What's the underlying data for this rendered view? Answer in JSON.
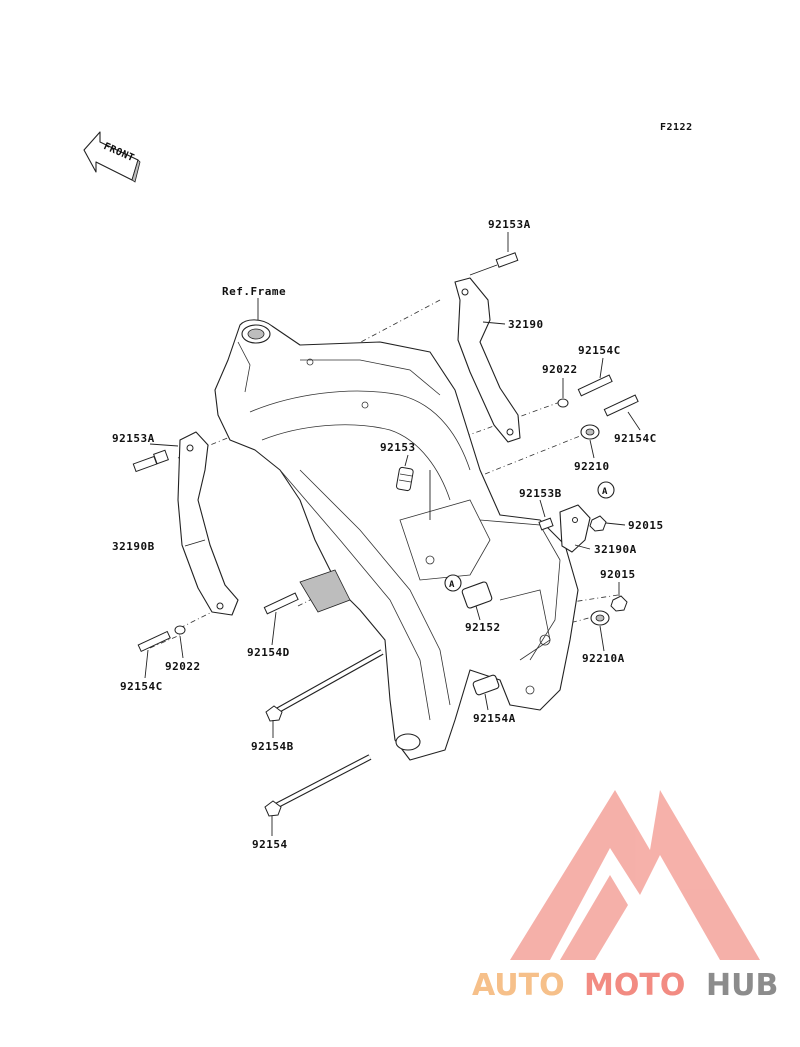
{
  "diagram": {
    "code": "F2122",
    "front_label": "FRONT",
    "ref_label": "Ref.Frame",
    "callouts": {
      "c1": "92153A",
      "c2": "32190",
      "c3": "92154C",
      "c4": "92022",
      "c5": "92154C",
      "c6": "92210",
      "c7": "92153A",
      "c8": "92153",
      "c9": "92153B",
      "c10": "92015",
      "c11": "32190A",
      "c12": "32190B",
      "c13": "92015",
      "c14": "92152",
      "c15": "92210A",
      "c16": "92154D",
      "c17": "92022",
      "c18": "92154C",
      "c19": "92154B",
      "c20": "92154A",
      "c21": "92154"
    },
    "marker": "A"
  },
  "watermark": {
    "part1": "AUTO",
    "part2": "MOTO",
    "part3": "HUB",
    "color_light": "#f6c08a",
    "color_red": "#f28b82",
    "color_gray": "#8c8c8c"
  }
}
